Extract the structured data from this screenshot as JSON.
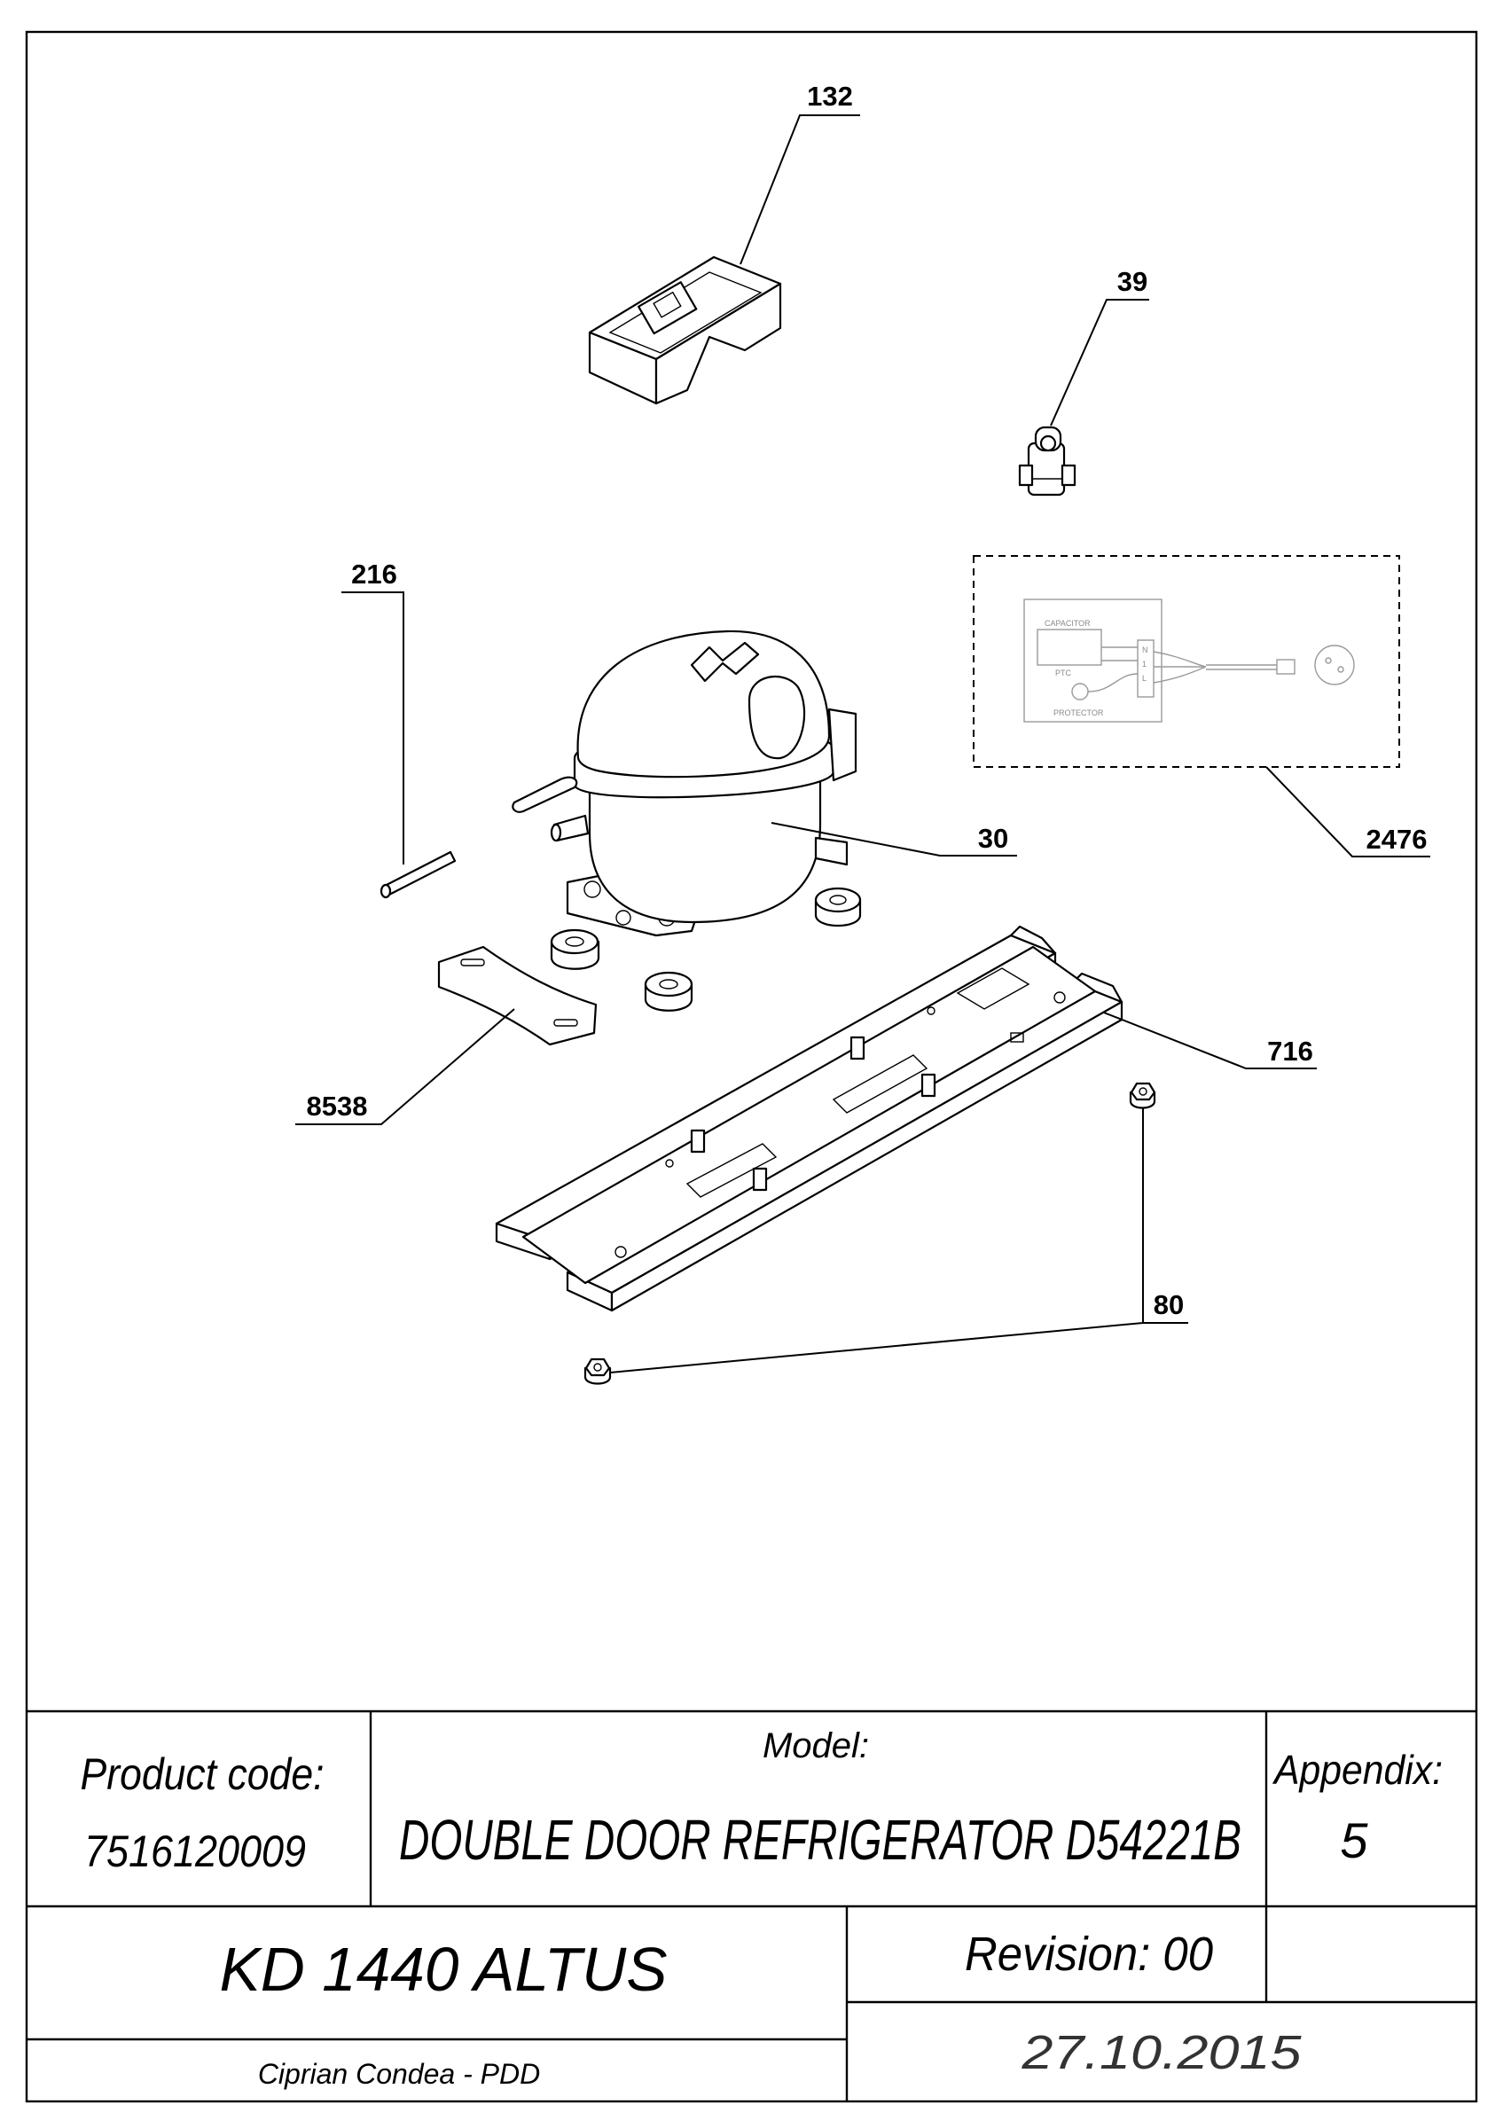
{
  "callouts": {
    "c132": "132",
    "c39": "39",
    "c216": "216",
    "c30": "30",
    "c2476": "2476",
    "c716": "716",
    "c8538": "8538",
    "c80": "80"
  },
  "schematic": {
    "capacitor": "CAPACITOR",
    "ptc": "PTC",
    "protector": "PROTECTOR",
    "terminal_n": "N",
    "terminal_1": "1",
    "terminal_l": "L"
  },
  "title_block": {
    "product_code_label": "Product code:",
    "product_code_value": "7516120009",
    "model_label": "Model:",
    "model_value": "DOUBLE DOOR REFRIGERATOR D54221B",
    "appendix_label": "Appendix:",
    "appendix_value": "5",
    "name": "KD 1440 ALTUS",
    "revision": "Revision: 00",
    "author": "Ciprian Condea - PDD",
    "date": "27.10.2015"
  }
}
